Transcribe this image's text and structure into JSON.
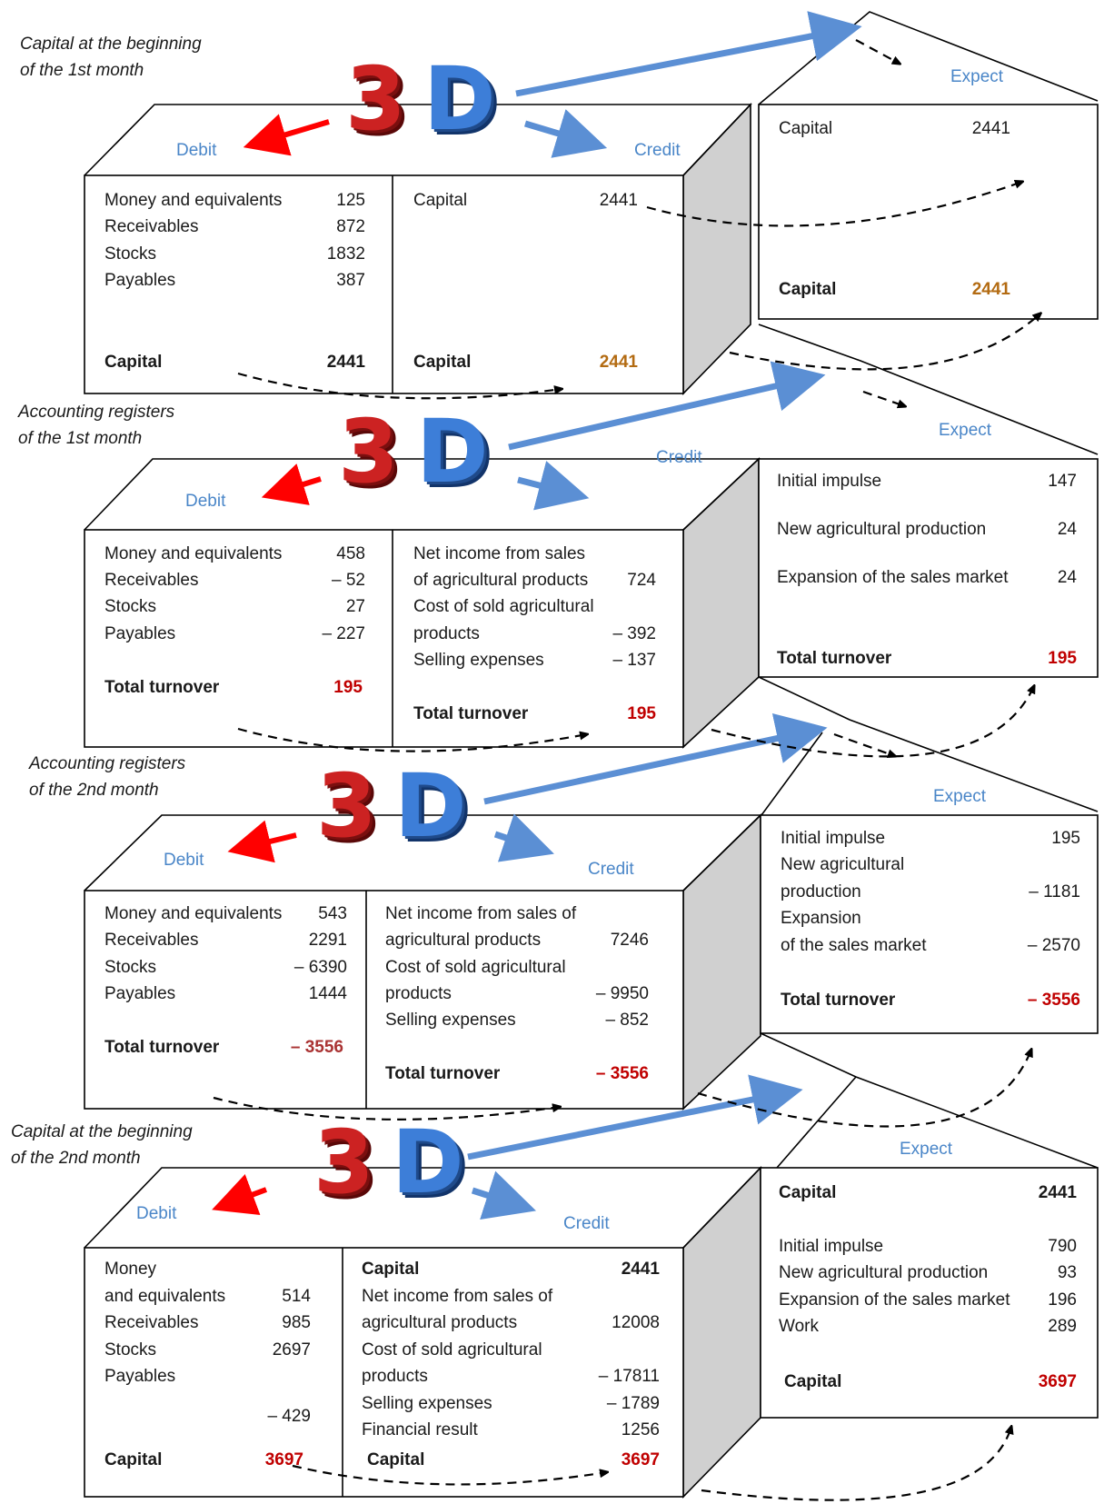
{
  "colors": {
    "header_blue": "#4a86c8",
    "arrow_red": "#ff0000",
    "arrow_blue": "#5b8fd4",
    "total_red": "#c00000",
    "capital_brown": "#b36b12",
    "side_gray": "#d0d0d0"
  },
  "badge_text": "3D",
  "headers": {
    "debit": "Debit",
    "credit": "Credit",
    "expect": "Expect"
  },
  "captions": {
    "c1": "Capital at the beginning",
    "c1b": "of the 1st month",
    "c2": "Accounting registers",
    "c2b": "of the 1st month",
    "c3": "Accounting registers",
    "c3b": "of the 2nd month",
    "c4": "Capital at the beginning",
    "c4b": "of the 2nd month"
  },
  "block1": {
    "debit": [
      {
        "label": "Money and equivalents",
        "value": "125"
      },
      {
        "label": "Receivables",
        "value": "872"
      },
      {
        "label": "Stocks",
        "value": "1832"
      },
      {
        "label": "Payables",
        "value": "387"
      }
    ],
    "debit_total": {
      "label": "Capital",
      "value": "2441"
    },
    "credit": [
      {
        "label": "Capital",
        "value": "2441"
      }
    ],
    "credit_total": {
      "label": "Capital",
      "value": "2441"
    },
    "expect": [
      {
        "label": "Capital",
        "value": "2441"
      }
    ],
    "expect_total": {
      "label": "Capital",
      "value": "2441"
    }
  },
  "block2": {
    "debit": [
      {
        "label": "Money and equivalents",
        "value": "458"
      },
      {
        "label": "Receivables",
        "value": "– 52"
      },
      {
        "label": "Stocks",
        "value": "27"
      },
      {
        "label": "Payables",
        "value": "– 227"
      }
    ],
    "debit_total": {
      "label": "Total turnover",
      "value": "195"
    },
    "credit_l1": "Net income from sales",
    "credit_l2": "of agricultural products",
    "credit_v2": "724",
    "credit_l3": "Cost of sold agricultural",
    "credit_l4": "products",
    "credit_v4": "– 392",
    "credit_l5": "Selling expenses",
    "credit_v5": "– 137",
    "credit_total": {
      "label": "Total turnover",
      "value": "195"
    },
    "expect": [
      {
        "label": "Initial impulse",
        "value": "147"
      },
      {
        "label": "New agricultural production",
        "value": "24"
      },
      {
        "label": "Expansion of the sales market",
        "value": "24"
      }
    ],
    "expect_total": {
      "label": "Total turnover",
      "value": "195"
    }
  },
  "block3": {
    "debit": [
      {
        "label": "Money and equivalents",
        "value": "543"
      },
      {
        "label": "Receivables",
        "value": "2291"
      },
      {
        "label": "Stocks",
        "value": "– 6390"
      },
      {
        "label": "Payables",
        "value": "1444"
      }
    ],
    "debit_total": {
      "label": "Total turnover",
      "value": "– 3556"
    },
    "credit_l1": "Net income from sales of",
    "credit_l2": "agricultural products",
    "credit_v2": "7246",
    "credit_l3": "Cost of sold agricultural",
    "credit_l4": "products",
    "credit_v4": "– 9950",
    "credit_l5": "Selling expenses",
    "credit_v5": "– 852",
    "credit_total": {
      "label": "Total turnover",
      "value": "– 3556"
    },
    "expect_l1": "Initial impulse",
    "expect_v1": "195",
    "expect_l2": "New agricultural",
    "expect_l3": "production",
    "expect_v3": "– 1181",
    "expect_l4": "Expansion",
    "expect_l5": "of the sales market",
    "expect_v5": "– 2570",
    "expect_total": {
      "label": "Total turnover",
      "value": "– 3556"
    }
  },
  "block4": {
    "debit_l1": "Money",
    "debit_l2": "and equivalents",
    "debit_v2": "514",
    "debit_l3": "Receivables",
    "debit_v3": "985",
    "debit_l4": "Stocks",
    "debit_v4": "2697",
    "debit_l5": "Payables",
    "debit_v6": "– 429",
    "debit_total": {
      "label": "Capital",
      "value": "3697"
    },
    "credit_cap": {
      "label": "Capital",
      "value": "2441"
    },
    "credit_l1": "Net income from sales of",
    "credit_l2": "agricultural products",
    "credit_v2": "12008",
    "credit_l3": "Cost of sold agricultural",
    "credit_l4": "products",
    "credit_v4": "– 17811",
    "credit_l5": "Selling expenses",
    "credit_v5": "– 1789",
    "credit_l6": "Financial result",
    "credit_v6": "1256",
    "credit_total": {
      "label": "Capital",
      "value": "3697"
    },
    "expect_cap": {
      "label": "Capital",
      "value": "2441"
    },
    "expect": [
      {
        "label": "Initial impulse",
        "value": "790"
      },
      {
        "label": "New agricultural production",
        "value": "93"
      },
      {
        "label": "Expansion of the sales market",
        "value": "196"
      },
      {
        "label": "Work",
        "value": "289"
      }
    ],
    "expect_total": {
      "label": "Capital",
      "value": "3697"
    }
  }
}
